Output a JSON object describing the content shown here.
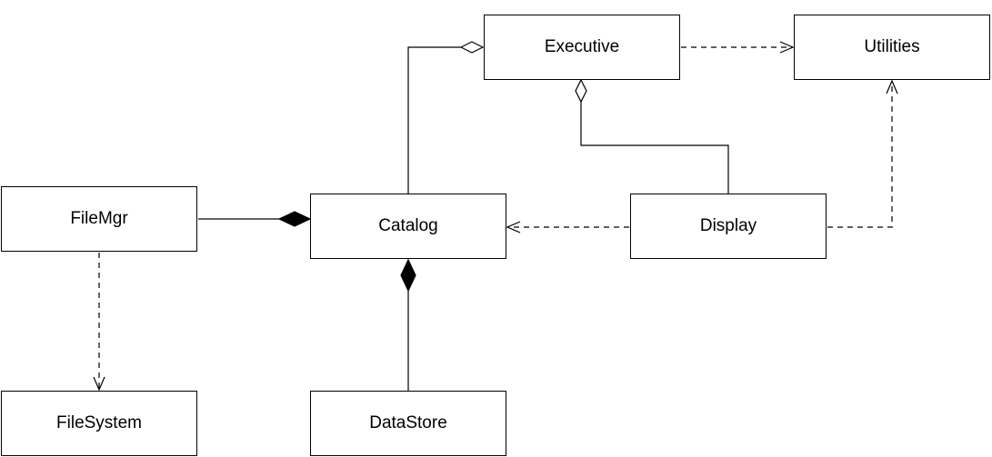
{
  "diagram": {
    "type": "uml-class-diagram",
    "classes": {
      "executive": "Executive",
      "utilities": "Utilities",
      "filemgr": "FileMgr",
      "catalog": "Catalog",
      "display": "Display",
      "filesystem": "FileSystem",
      "datastore": "DataStore"
    },
    "relationships": [
      {
        "from": "Catalog",
        "to": "Executive",
        "kind": "aggregation"
      },
      {
        "from": "Display",
        "to": "Executive",
        "kind": "aggregation"
      },
      {
        "from": "FileMgr",
        "to": "Catalog",
        "kind": "composition"
      },
      {
        "from": "DataStore",
        "to": "Catalog",
        "kind": "composition"
      },
      {
        "from": "Executive",
        "to": "Utilities",
        "kind": "dependency"
      },
      {
        "from": "Display",
        "to": "Utilities",
        "kind": "dependency"
      },
      {
        "from": "Display",
        "to": "Catalog",
        "kind": "dependency"
      },
      {
        "from": "FileMgr",
        "to": "FileSystem",
        "kind": "dependency"
      }
    ],
    "colors": {
      "line": "#000000",
      "box_border": "#000000",
      "background": "#ffffff",
      "composition_fill": "#000000",
      "aggregation_fill": "#ffffff"
    }
  }
}
